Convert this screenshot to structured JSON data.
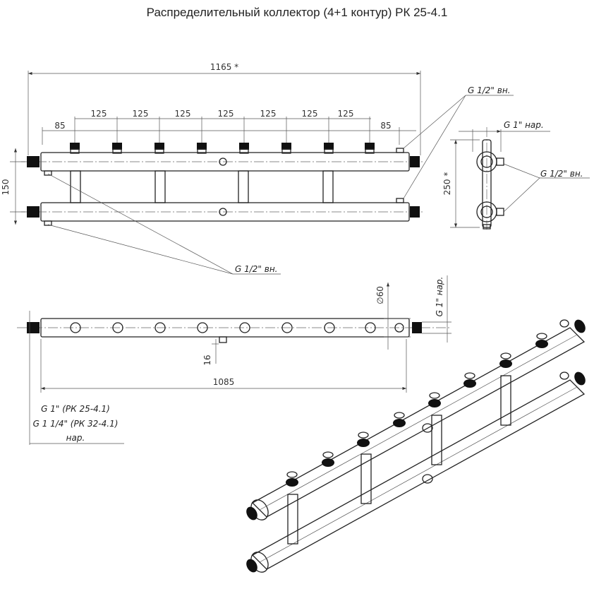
{
  "title": "Распределительный коллектор (4+1 контур) РК 25-4.1",
  "front_view": {
    "overall": "1165 *",
    "spacings": [
      "85",
      "125",
      "125",
      "125",
      "125",
      "125",
      "125",
      "125",
      "85"
    ],
    "height": "150",
    "callout_top": "G 1/2\" вн.",
    "callout_bottom": "G 1/2\" вн."
  },
  "side_view": {
    "top_thread": "G 1\" нар.",
    "height": "250 *",
    "callout": "G 1/2\" вн."
  },
  "top_view": {
    "diameter": "∅60",
    "thread": "G 1\" нар.",
    "offset": "16",
    "length": "1085"
  },
  "inlet_note": {
    "line1": "G 1\" (РК 25-4.1)",
    "line2": "G 1 1/4\" (РК 32-4.1)",
    "line3": "нар."
  }
}
